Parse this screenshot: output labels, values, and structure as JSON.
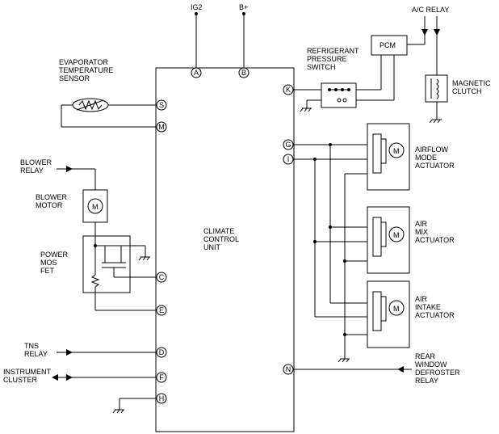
{
  "diagram": {
    "main_unit": {
      "label_lines": [
        "CLIMATE",
        "CONTROL",
        "UNIT"
      ]
    },
    "supplies": {
      "ig2": "IG2",
      "bplus": "B+"
    },
    "ac_relay": "A/C RELAY",
    "pcm": "PCM",
    "refrigerant_switch": [
      "REFRIGERANT",
      "PRESSURE",
      "SWITCH"
    ],
    "magnetic_clutch": [
      "MAGNETIC",
      "CLUTCH"
    ],
    "evaporator_sensor": [
      "EVAPORATOR",
      "TEMPERATURE",
      "SENSOR"
    ],
    "blower_relay": [
      "BLOWER",
      "RELAY"
    ],
    "blower_motor": [
      "BLOWER",
      "MOTOR"
    ],
    "power_mosfet": [
      "POWER",
      "MOS",
      "FET"
    ],
    "tns_relay": [
      "TNS",
      "RELAY"
    ],
    "instrument_cluster": [
      "INSTRUMENT",
      "CLUSTER"
    ],
    "airflow_actuator": [
      "AIRFLOW",
      "MODE",
      "ACTUATOR"
    ],
    "air_mix_actuator": [
      "AIR",
      "MIX",
      "ACTUATOR"
    ],
    "air_intake_actuator": [
      "AIR",
      "INTAKE",
      "ACTUATOR"
    ],
    "rear_defroster": [
      "REAR",
      "WINDOW",
      "DEFROSTER",
      "RELAY"
    ],
    "motor_symbol": "M",
    "pins": {
      "A": "A",
      "B": "B",
      "K": "K",
      "S": "S",
      "M": "M",
      "G": "G",
      "I": "I",
      "C": "C",
      "E": "E",
      "D": "D",
      "F": "F",
      "H": "H",
      "N": "N"
    },
    "colors": {
      "line": "#000000",
      "background": "#ffffff"
    }
  }
}
